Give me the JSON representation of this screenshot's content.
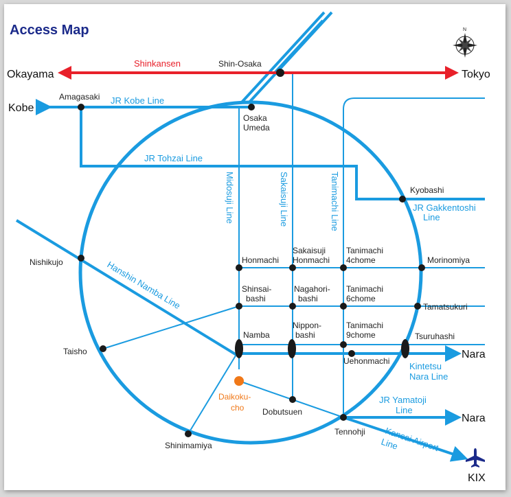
{
  "title": "Access Map",
  "colors": {
    "rail": "#1a9be0",
    "shinkansen": "#e8202a",
    "station": "#1a1a1a",
    "highlight": "#f07818",
    "title": "#1b2a8a"
  },
  "icons": {
    "compass": "compass-icon",
    "airport": "airplane-icon"
  },
  "compass": {
    "n": "N"
  },
  "destinations": {
    "okayama": "Okayama",
    "tokyo": "Tokyo",
    "kobe": "Kobe",
    "nara1": "Nara",
    "nara2": "Nara",
    "kix": "KIX"
  },
  "lines": {
    "shinkansen": "Shinkansen",
    "jr_kobe": "JR Kobe Line",
    "jr_tohzai": "JR Tohzai Line",
    "midosuji": "Midosuji Line",
    "sakaisuji": "Sakaisuji Line",
    "tanimachi": "Tanimachi Line",
    "gakkentoshi1": "JR Gakkentoshi",
    "gakkentoshi2": "Line",
    "hanshin": "Hanshin Namba Line",
    "kintetsu1": "Kintetsu",
    "kintetsu2": "Nara Line",
    "yamatoji1": "JR Yamatoji",
    "yamatoji2": "Line",
    "airport1": "Kansai Airport",
    "airport2": "Line"
  },
  "stations": {
    "shin_osaka": "Shin-Osaka",
    "amagasaki": "Amagasaki",
    "osaka_umeda1": "Osaka",
    "osaka_umeda2": "Umeda",
    "kyobashi": "Kyobashi",
    "nishikujo": "Nishikujo",
    "honmachi": "Honmachi",
    "sakaisuji_honmachi1": "Sakaisuji",
    "sakaisuji_honmachi2": "Honmachi",
    "tanimachi4_1": "Tanimachi",
    "tanimachi4_2": "4chome",
    "morinomiya": "Morinomiya",
    "shinsaibashi1": "Shinsai-",
    "shinsaibashi2": "bashi",
    "nagahoribashi1": "Nagahori-",
    "nagahoribashi2": "bashi",
    "tanimachi6_1": "Tanimachi",
    "tanimachi6_2": "6chome",
    "tamatsukuri": "Tamatsukuri",
    "namba": "Namba",
    "nipponbashi1": "Nippon-",
    "nipponbashi2": "bashi",
    "tanimachi9_1": "Tanimachi",
    "tanimachi9_2": "9chome",
    "tsuruhashi": "Tsuruhashi",
    "uehonmachi": "Uehonmachi",
    "taisho": "Taisho",
    "daikokucho1": "Daikoku-",
    "daikokucho2": "cho",
    "dobutsuen": "Dobutsuen",
    "tennohji": "Tennohji",
    "shinimamiya": "Shinimamiya"
  }
}
